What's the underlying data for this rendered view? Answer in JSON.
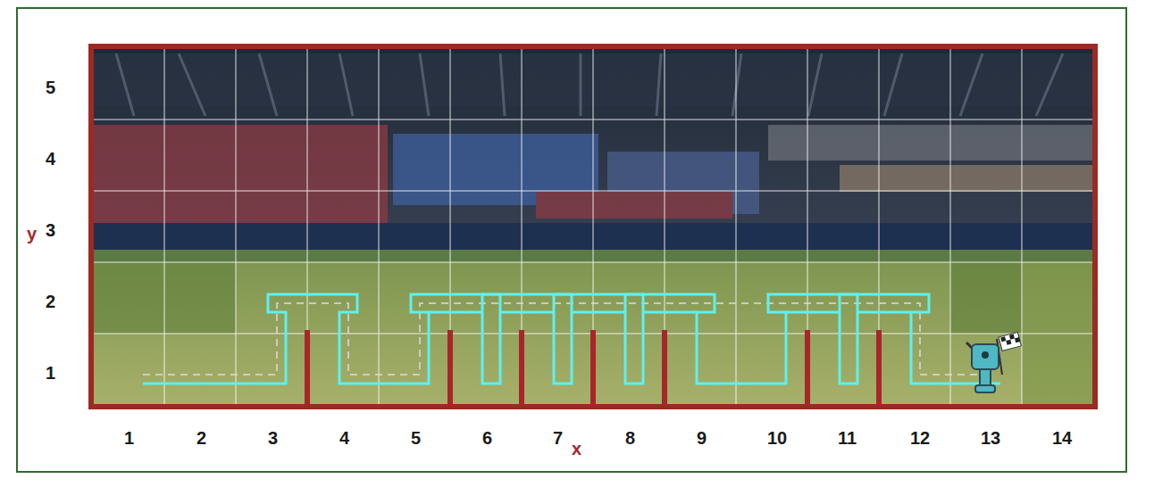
{
  "diagram": {
    "labels": [
      "5",
      "4",
      "3",
      "2",
      "1",
      "y",
      "1",
      "2",
      "3",
      "4",
      "5",
      "6",
      "7",
      "8",
      "9",
      "10",
      "11",
      "12",
      "13",
      "14",
      "x"
    ]
  }
}
